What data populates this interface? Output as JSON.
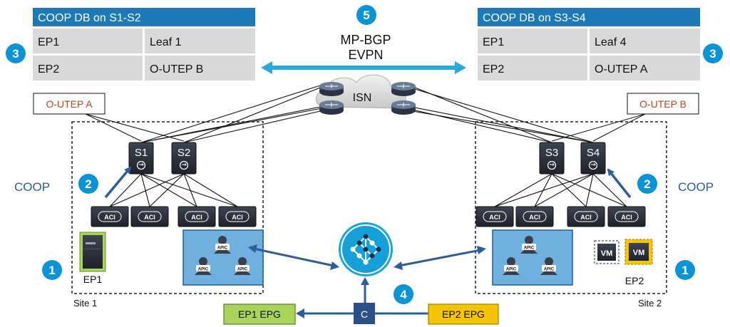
{
  "coop_db_left": {
    "title": "COOP DB on S1-S2",
    "rows": [
      [
        "EP1",
        "Leaf 1"
      ],
      [
        "EP2",
        "O-UTEP B"
      ]
    ]
  },
  "coop_db_right": {
    "title": "COOP DB on S3-S4",
    "rows": [
      [
        "EP1",
        "Leaf 4"
      ],
      [
        "EP2",
        "O-UTEP A"
      ]
    ]
  },
  "mpbgp": {
    "step": "5",
    "line1": "MP-BGP",
    "line2": "EVPN"
  },
  "isn_label": "ISN",
  "utep_left": "O-UTEP A",
  "utep_right": "O-UTEP B",
  "site1": {
    "label": "Site 1",
    "spines": [
      "S1",
      "S2"
    ],
    "coop": "COOP",
    "ep": "EP1",
    "aci": "ACI",
    "apic": "APIC"
  },
  "site2": {
    "label": "Site 2",
    "spines": [
      "S3",
      "S4"
    ],
    "coop": "COOP",
    "ep": "EP2",
    "vm": "VM",
    "aci": "ACI",
    "apic": "APIC"
  },
  "steps": {
    "one": "1",
    "two": "2",
    "three": "3",
    "four": "4"
  },
  "contract": {
    "epg1": "EP1 EPG",
    "epg2": "EP2 EPG",
    "c": "C"
  },
  "colors": {
    "table_header": "#1d7ab8",
    "table_cell": "#d9d9d9",
    "step_circle": "#0a93d6",
    "arrow_blue": "#2e5d9a",
    "bgp_arrow": "#2aa9df",
    "utep_text": "#c8401c",
    "epg1": "#a8d45a",
    "epg2": "#f5c400",
    "contract_box": "#2b4f87",
    "apic_box": "#6fb0df",
    "device_dark": "#2d3340"
  }
}
